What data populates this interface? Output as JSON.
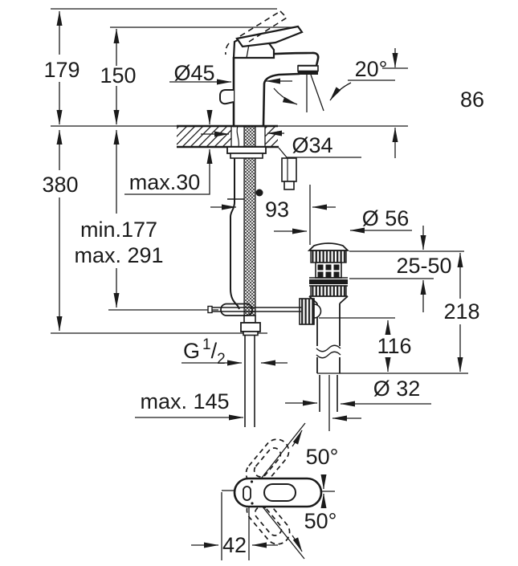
{
  "colors": {
    "ink": "#1b1b1b",
    "paper": "#ffffff"
  },
  "side_view": {
    "dim_179": "179",
    "dim_150": "150",
    "dim_dia45": "Ø45",
    "dim_angle20": "20°",
    "dim_86": "86",
    "dim_380": "380",
    "dim_max30": "max.30",
    "dim_dia34": "Ø34",
    "dim_min177": "min.177",
    "dim_max291": "max. 291",
    "dim_93": "93",
    "dim_dia56": "Ø 56",
    "dim_25_50": "25-50",
    "dim_218": "218",
    "dim_116": "116",
    "thread": {
      "g": "G",
      "sup": "1",
      "slash": "/",
      "sub": "2"
    },
    "dim_max145": "max. 145",
    "dim_dia32": "Ø 32"
  },
  "top_view": {
    "dim_50_upper": "50°",
    "dim_50_lower": "50°",
    "dim_42": "42"
  }
}
